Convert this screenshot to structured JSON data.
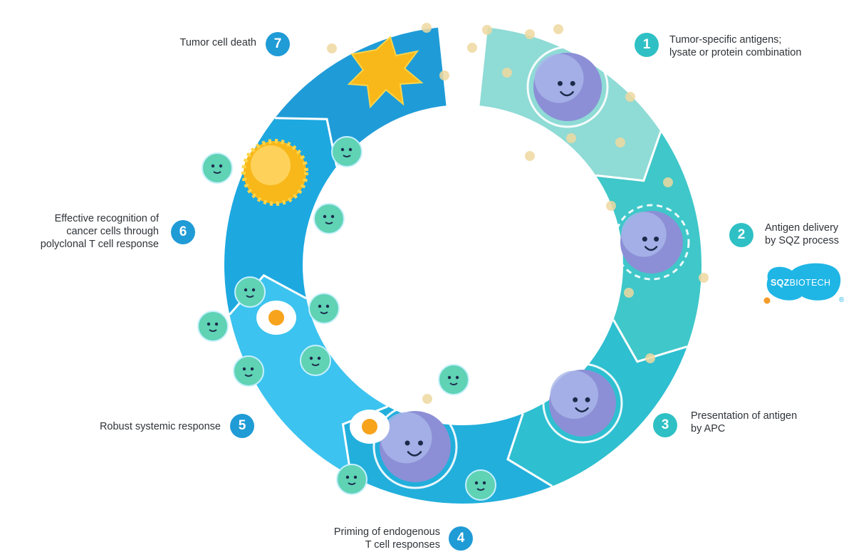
{
  "steps": [
    {
      "num": "1",
      "lines": [
        "Tumor-specific antigens;",
        "lysate or protein combination"
      ]
    },
    {
      "num": "2",
      "lines": [
        "Antigen delivery",
        "by SQZ process"
      ]
    },
    {
      "num": "3",
      "lines": [
        "Presentation of antigen",
        "by APC"
      ]
    },
    {
      "num": "4",
      "lines": [
        "Priming of endogenous",
        "T cell responses"
      ]
    },
    {
      "num": "5",
      "lines": [
        "Robust systemic response"
      ]
    },
    {
      "num": "6",
      "lines": [
        "Effective recognition of",
        "cancer cells through",
        "polyclonal T cell response"
      ]
    },
    {
      "num": "7",
      "lines": [
        "Tumor cell death"
      ]
    }
  ],
  "logo": {
    "bold": "SQZ",
    "thin": "BIOTECH",
    "reg": "®"
  },
  "colors": {
    "seg1": "#8fdbd6",
    "seg2": "#3fc7c9",
    "seg3": "#2ebfd0",
    "seg4": "#22afdc",
    "seg5": "#3cc3ef",
    "seg6": "#1da8e0",
    "seg7": "#1f9cd8",
    "badge_teal": "#2ec0c4",
    "badge_blue": "#1f9bd6",
    "antigen": "#eed8a0",
    "logo": "#1fb6e6",
    "logo_dot": "#f49b28"
  }
}
